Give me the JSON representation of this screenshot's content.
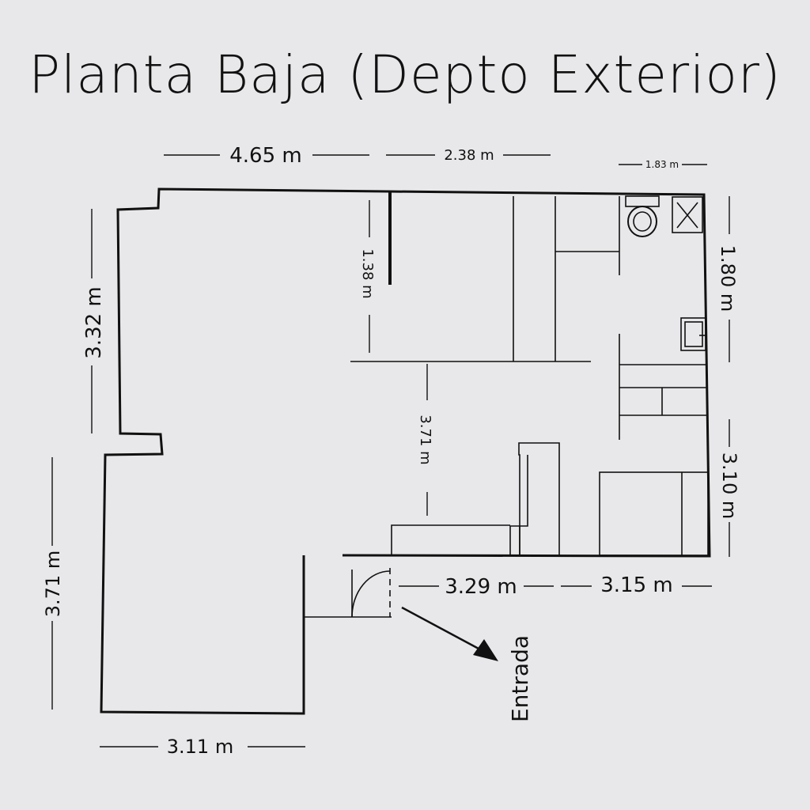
{
  "title": "Planta Baja (Depto Exterior)",
  "dimensions": {
    "top_left": "4.65 m",
    "top_middle": "2.38 m",
    "top_right": "1.83 m",
    "left_upper": "3.32 m",
    "left_lower": "3.71 m",
    "bottom_left": "3.11 m",
    "inner_wall": "1.38 m",
    "center_vertical": "3.71 m",
    "right_upper": "1.80 m",
    "right_lower": "3.10 m",
    "front_left": "3.29 m",
    "front_right": "3.15 m"
  },
  "entrance_label": "Entrada"
}
